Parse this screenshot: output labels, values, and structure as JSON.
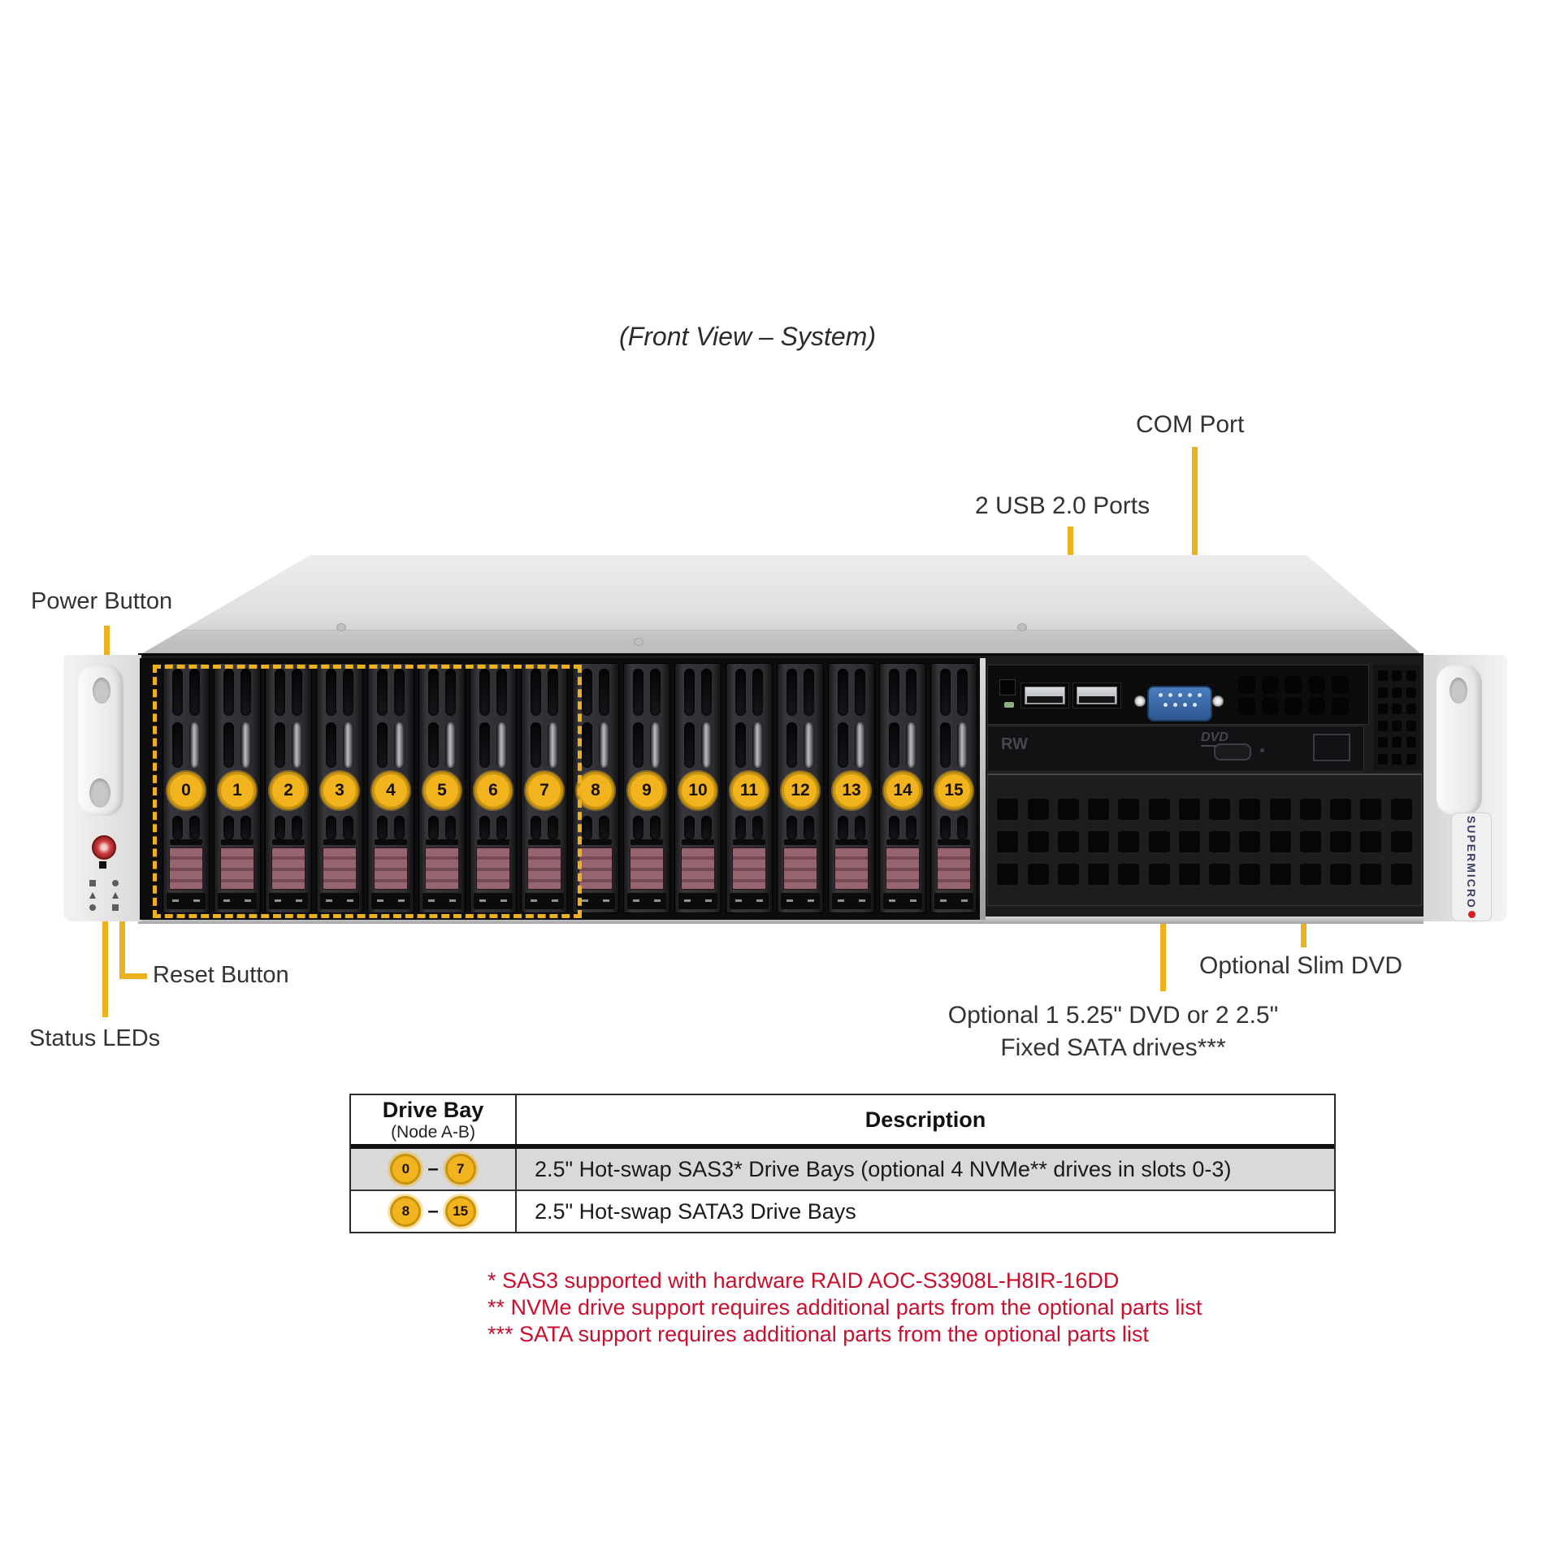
{
  "title": "(Front View – System)",
  "callouts": {
    "com_port": "COM Port",
    "usb_ports": "2 USB 2.0 Ports",
    "power_button": "Power Button",
    "reset_button": "Reset Button",
    "status_leds": "Status LEDs",
    "slim_dvd": "Optional Slim DVD",
    "optional_bay_line1": "Optional 1 5.25\" DVD or 2 2.5\"",
    "optional_bay_line2": "Fixed SATA drives***"
  },
  "chassis": {
    "brand": "SUPERMICRO",
    "bay_numbers": [
      "0",
      "1",
      "2",
      "3",
      "4",
      "5",
      "6",
      "7",
      "8",
      "9",
      "10",
      "11",
      "12",
      "13",
      "14",
      "15"
    ],
    "dvd_labels": {
      "rw": "RW",
      "dvd": "DVD"
    }
  },
  "table": {
    "headers": {
      "col1_line1": "Drive Bay",
      "col1_line2": "(Node A-B)",
      "col2": "Description"
    },
    "rows": [
      {
        "bay_from": "0",
        "dash": "–",
        "bay_to": "7",
        "description": "2.5\"  Hot-swap  SAS3* Drive  Bays (optional 4 NVMe** drives  in slots 0-3)"
      },
      {
        "bay_from": "8",
        "dash": "–",
        "bay_to": "15",
        "description": "2.5\" Hot-swap SATA3 Drive  Bays"
      }
    ]
  },
  "footnotes": [
    "* SAS3 supported  with hardware  RAID  AOC-S3908L-H8IR-16DD",
    "** NVMe drive  support  requires  additional  parts  from the optional  parts  list",
    "*** SATA support  requires  additional  parts  from  the optional  parts  list"
  ],
  "colors": {
    "callout_line": "#EBB11E",
    "bay_badge": "#F2B41E",
    "footnote_red": "#C8102E",
    "row_highlight": "#D9D9D9"
  }
}
